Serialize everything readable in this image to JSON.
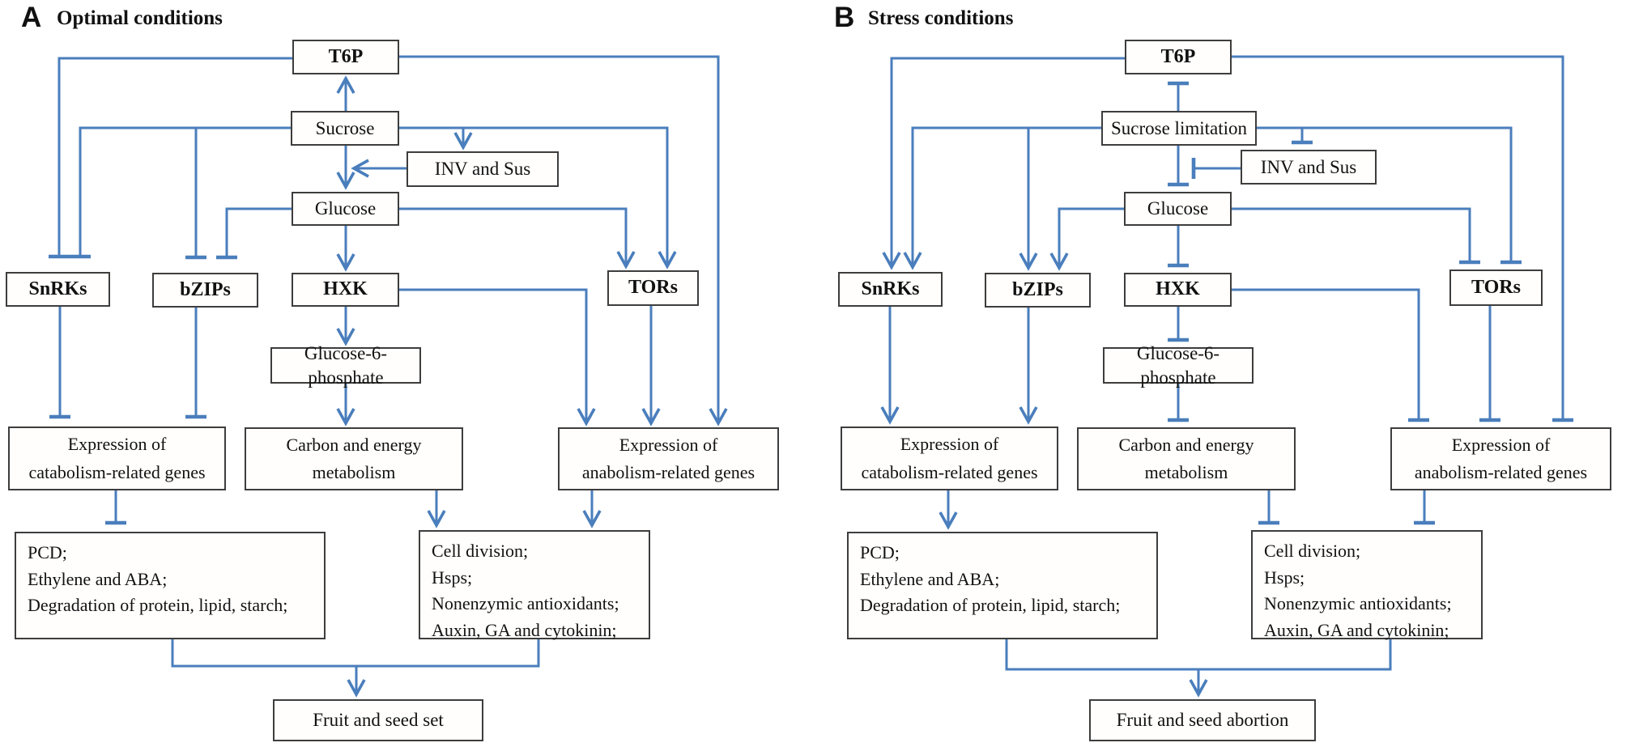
{
  "colors": {
    "line_blue": "#4a7ebc",
    "box_border": "#3d3d3d",
    "text": "#111111"
  },
  "panelA": {
    "label": "A",
    "title": "Optimal conditions",
    "nodes": {
      "t6p": "T6P",
      "sucrose": "Sucrose",
      "inv": "INV and Sus",
      "glucose": "Glucose",
      "snrks": "SnRKs",
      "bzips": "bZIPs",
      "hxk": "HXK",
      "tors": "TORs",
      "g6p": "Glucose-6-phosphate",
      "catabolism": "Expression of\ncatabolism-related genes",
      "carbon": "Carbon and energy\nmetabolism",
      "anabolism": "Expression of\nanabolism-related genes",
      "catabolism_outputs": "PCD;\nEthylene and ABA;\nDegradation of protein, lipid, starch;",
      "anabolism_outputs": "Cell division;\nHsps;\nNonenzymic antioxidants;\nAuxin, GA and cytokinin;",
      "outcome": "Fruit and seed set"
    }
  },
  "panelB": {
    "label": "B",
    "title": "Stress conditions",
    "nodes": {
      "t6p": "T6P",
      "sucrose": "Sucrose limitation",
      "inv": "INV and Sus",
      "glucose": "Glucose",
      "snrks": "SnRKs",
      "bzips": "bZIPs",
      "hxk": "HXK",
      "tors": "TORs",
      "g6p": "Glucose-6-phosphate",
      "catabolism": "Expression of\ncatabolism-related genes",
      "carbon": "Carbon and energy\nmetabolism",
      "anabolism": "Expression of\nanabolism-related genes",
      "catabolism_outputs": "PCD;\nEthylene and ABA;\nDegradation of protein, lipid, starch;",
      "anabolism_outputs": "Cell division;\nHsps;\nNonenzymic antioxidants;\nAuxin, GA and cytokinin;",
      "outcome": "Fruit and seed abortion"
    }
  }
}
